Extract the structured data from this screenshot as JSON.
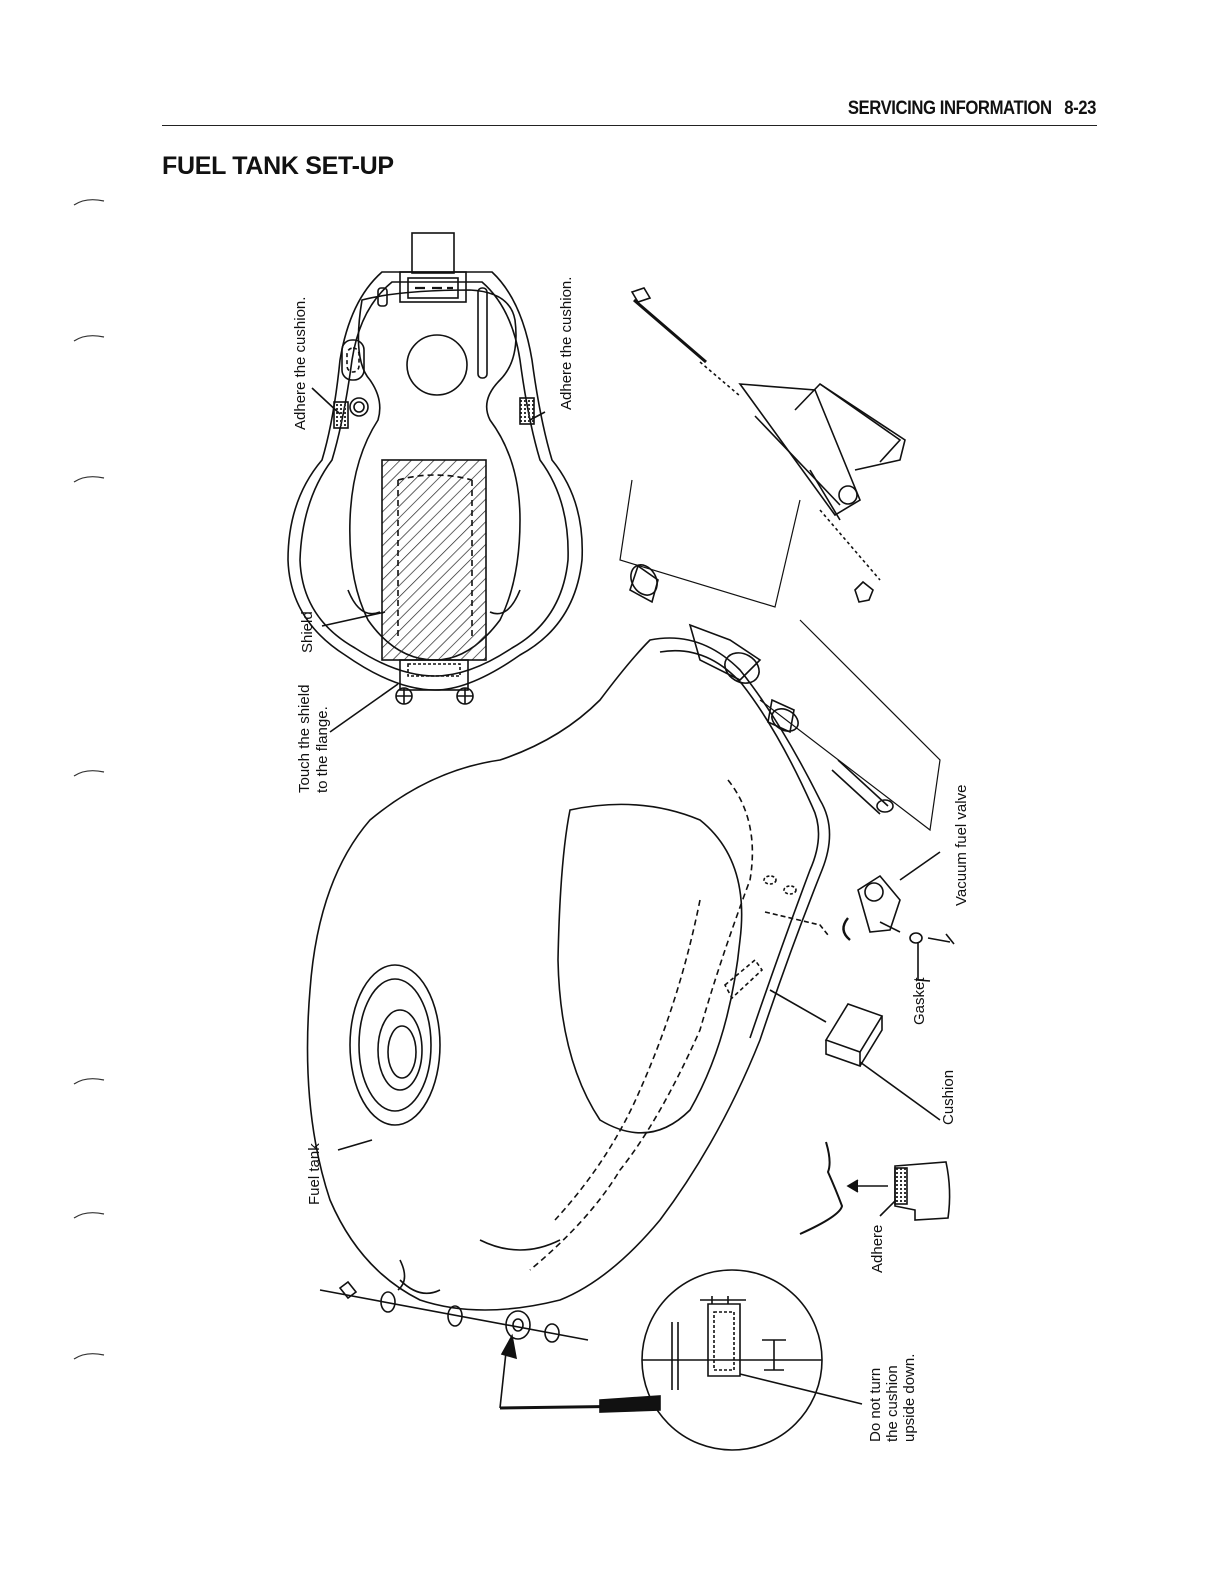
{
  "header": {
    "section": "SERVICING INFORMATION",
    "page": "8-23"
  },
  "title": "FUEL TANK SET-UP",
  "labels": {
    "adhere_cushion_left": "Adhere the cushion.",
    "adhere_cushion_right": "Adhere the cushion.",
    "shield": "Shield",
    "touch_shield_1": "Touch the shield",
    "touch_shield_2": "to the flange.",
    "vacuum_fuel_valve": "Vacuum fuel valve",
    "gasket": "Gasket",
    "cushion": "Cushion",
    "fuel_tank": "Fuel tank",
    "adhere": "Adhere",
    "do_not_turn_1": "Do not turn",
    "do_not_turn_2": "the cushion",
    "do_not_turn_3": "upside down."
  }
}
